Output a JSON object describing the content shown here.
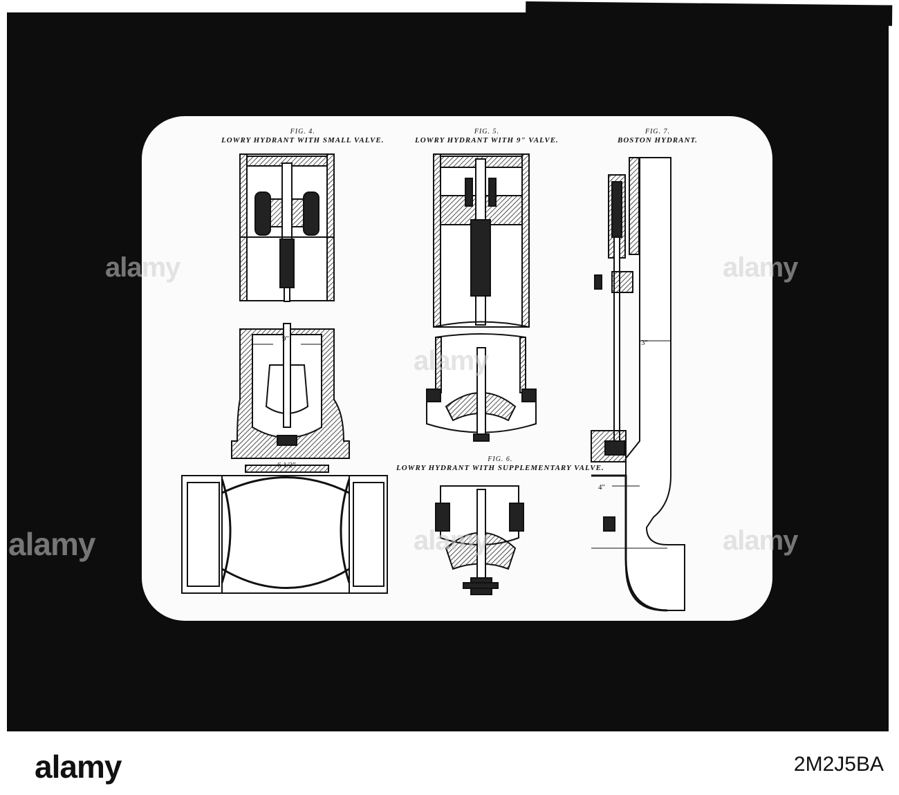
{
  "figures": [
    {
      "number": "FIG. 4.",
      "caption": "LOWRY HYDRANT WITH SMALL VALVE."
    },
    {
      "number": "FIG. 5.",
      "caption": "LOWRY HYDRANT WITH 9\" VALVE."
    },
    {
      "number": "FIG. 6.",
      "caption": "LOWRY HYDRANT WITH SUPPLEMENTARY VALVE."
    },
    {
      "number": "FIG. 7.",
      "caption": "BOSTON HYDRANT."
    }
  ],
  "dimensions": {
    "fig4_upper": "9\"",
    "fig4_lower": "6 1/2\"",
    "fig7_bore": "3\"",
    "fig7_lower": "4\""
  },
  "watermark": {
    "text": "alamy",
    "color": "#cdcdcd"
  },
  "footer": {
    "brand": "alamy",
    "image_id": "2M2J5BA"
  },
  "colors": {
    "frame": "#0d0d0d",
    "plate": "#fbfbfb",
    "ink": "#111111"
  }
}
